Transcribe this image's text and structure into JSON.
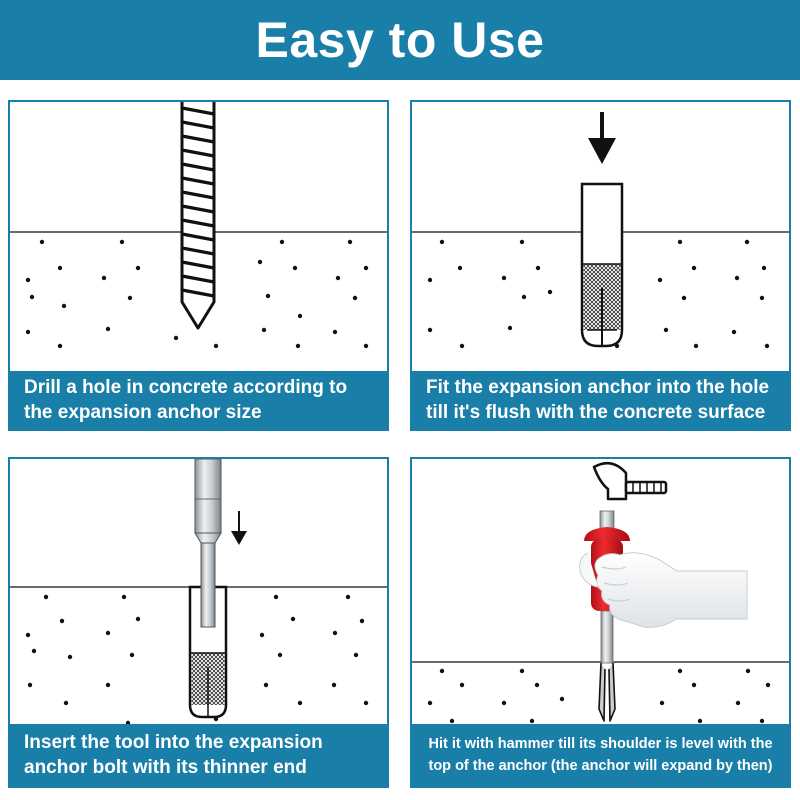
{
  "header": {
    "title": "Easy to Use"
  },
  "steps": [
    {
      "caption": "Drill a hole in concrete according to the expansion anchor size"
    },
    {
      "caption": "Fit the expansion anchor into the hole till it's flush with the concrete surface"
    },
    {
      "caption": "Insert the tool into the expansion anchor bolt with its thinner end"
    },
    {
      "caption": "Hit it with hammer till its shoulder is level with the top of the anchor (the anchor will expand by then)"
    }
  ],
  "icons": [
    "drill-bit-icon",
    "down-arrow-icon",
    "expansion-anchor-icon",
    "setting-tool-icon",
    "hammer-icon",
    "gloved-hand-icon"
  ],
  "colors": {
    "accent": "#1a7fa8",
    "tool_red": "#e0161e",
    "text_on_accent": "#ffffff"
  }
}
